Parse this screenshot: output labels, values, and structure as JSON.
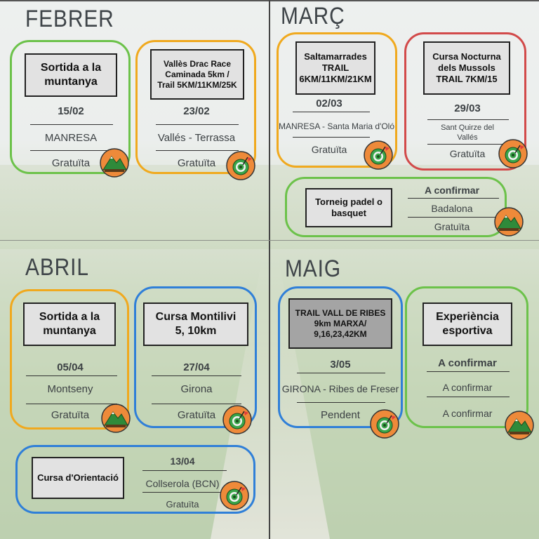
{
  "months": {
    "feb": "FEBRER",
    "mar": "MARÇ",
    "apr": "ABRIL",
    "may": "MAIG"
  },
  "events": {
    "e1": {
      "title": "Sortida a la muntanya",
      "date": "15/02",
      "place": "MANRESA",
      "price": "Gratuïta",
      "icon": "mountain-icon",
      "color": "green"
    },
    "e2": {
      "title_lines": [
        "Vallès Drac Race",
        "Caminada 5km /",
        "Trail 5KM/11KM/25K"
      ],
      "date": "23/02",
      "place": "Vallés - Terrassa",
      "price": "Gratuïta",
      "icon": "target-icon",
      "color": "orange"
    },
    "e3": {
      "title_lines": [
        "Saltamarrades",
        "TRAIL",
        "6KM/11KM/21KM"
      ],
      "date": "02/03",
      "place": "MANRESA - Santa Maria d'Oló",
      "price": "Gratuïta",
      "icon": "target-icon",
      "color": "orange"
    },
    "e4": {
      "title_lines": [
        "Cursa Nocturna",
        "dels Mussols",
        "TRAIL 7KM/15"
      ],
      "date": "29/03",
      "place_lines": [
        "Sant Quirze del",
        "Vallés"
      ],
      "price": "Gratuïta",
      "icon": "target-icon",
      "color": "red"
    },
    "e5": {
      "title_lines": [
        "Torneig padel o",
        "basquet"
      ],
      "date": "A confirmar",
      "place": "Badalona",
      "price": "Gratuïta",
      "icon": "mountain-icon",
      "color": "green"
    },
    "e6": {
      "title_lines": [
        "Sortida a la",
        "muntanya"
      ],
      "date": "05/04",
      "place": "Montseny",
      "price": "Gratuïta",
      "icon": "mountain-icon",
      "color": "orange"
    },
    "e7": {
      "title_lines": [
        "Cursa Montilivi",
        "5, 10km"
      ],
      "date": "27/04",
      "place": "Girona",
      "price": "Gratuïta",
      "icon": "target-icon",
      "color": "blue"
    },
    "e8": {
      "title": "Cursa d'Orientació",
      "date": "13/04",
      "place": "Collserola (BCN)",
      "price": "Gratuïta",
      "icon": "target-icon",
      "color": "blue"
    },
    "e9": {
      "title_lines": [
        "TRAIL VALL DE RIBES",
        "9km MARXA/",
        "9,16,23,42KM"
      ],
      "date": "3/05",
      "place": "GIRONA - Ribes de Freser",
      "price": "Pendent",
      "icon": "target-icon",
      "color": "blue"
    },
    "e10": {
      "title_lines": [
        "Experiència",
        "esportiva"
      ],
      "date": "A confirmar",
      "place": "A confirmar",
      "price": "A confirmar",
      "icon": "mountain-icon",
      "color": "green"
    }
  }
}
